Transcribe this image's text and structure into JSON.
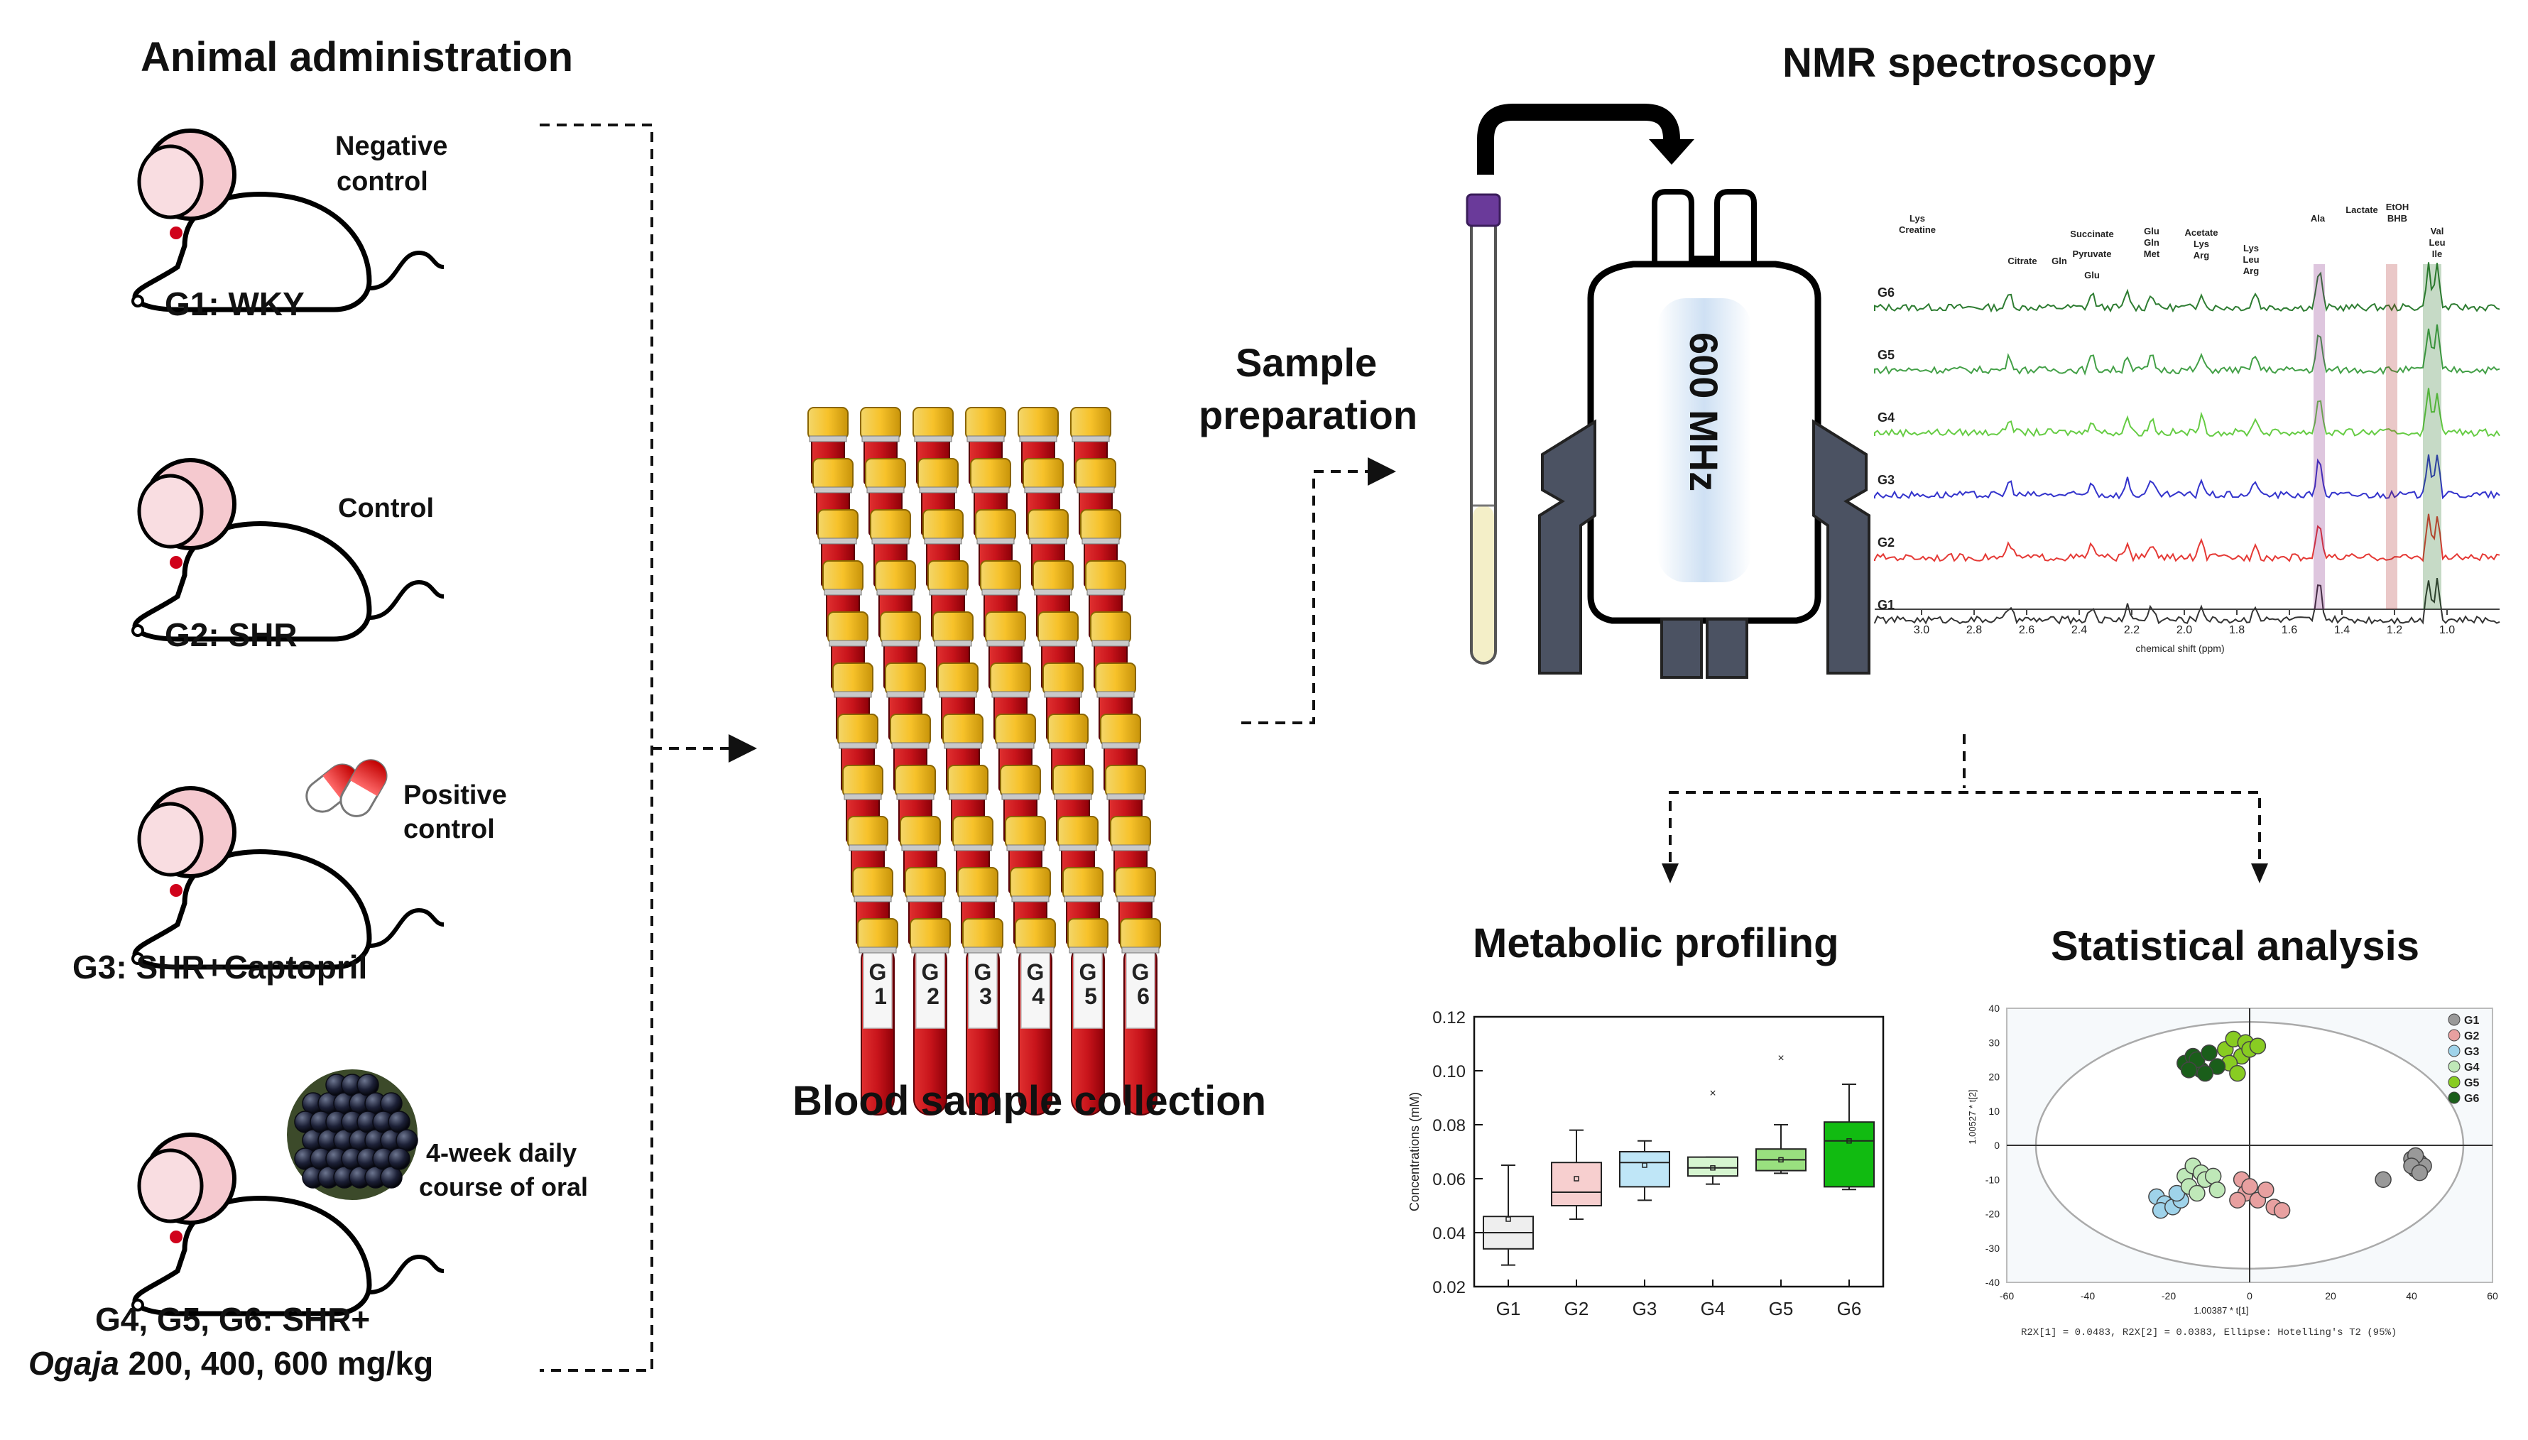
{
  "titles": {
    "animal": "Animal administration",
    "nmr": "NMR spectroscopy",
    "sample_prep_line1": "Sample",
    "sample_prep_line2": "preparation",
    "blood": "Blood sample collection",
    "metabolic": "Metabolic profiling",
    "statistical": "Statistical analysis",
    "magnet": "600 MHz"
  },
  "groups": [
    {
      "id": "G1",
      "label": "G1: WKY",
      "note1": "Negative",
      "note2": "control"
    },
    {
      "id": "G2",
      "label": "G2: SHR",
      "note1": "Control",
      "note2": ""
    },
    {
      "id": "G3",
      "label": "G3: SHR+Captopril",
      "note1": "Positive",
      "note2": "control"
    },
    {
      "id": "G4",
      "label_line1": "G4, G5, G6: SHR+",
      "label_italic": "Ogaja",
      "label_line2": " 200, 400, 600 mg/kg",
      "note1": "4-week daily",
      "note2": "course of oral"
    }
  ],
  "tube_labels": [
    {
      "g": "G",
      "n": "1"
    },
    {
      "g": "G",
      "n": "2"
    },
    {
      "g": "G",
      "n": "3"
    },
    {
      "g": "G",
      "n": "4"
    },
    {
      "g": "G",
      "n": "5"
    },
    {
      "g": "G",
      "n": "6"
    }
  ],
  "spectrum": {
    "rows": [
      "G6",
      "G5",
      "G4",
      "G3",
      "G2",
      "G1"
    ],
    "colors": [
      "#2e7d32",
      "#43a047",
      "#66cc44",
      "#3333cc",
      "#e53935",
      "#333333"
    ],
    "xticks": [
      "3.0",
      "2.8",
      "2.6",
      "2.4",
      "2.2",
      "2.0",
      "1.8",
      "1.6",
      "1.4",
      "1.2",
      "1.0"
    ],
    "xlabel": "chemical shift (ppm)",
    "peaks": [
      "Lys",
      "Creatine",
      "Citrate",
      "Gln",
      "Succinate",
      "Pyruvate",
      "Glu",
      "Glu",
      "Gln",
      "Met",
      "Acetate",
      "Lys",
      "Arg",
      "Lys",
      "Leu",
      "Arg",
      "Ala",
      "Lactate",
      "EtOH",
      "BHB",
      "Val",
      "Leu",
      "Ile"
    ]
  },
  "chart_data": [
    {
      "type": "box",
      "categories": [
        "G1",
        "G2",
        "G3",
        "G4",
        "G5",
        "G6"
      ],
      "ylabel": "Concentrations (mM)",
      "ylim": [
        0.02,
        0.12
      ],
      "yticks": [
        "0.02",
        "0.04",
        "0.06",
        "0.08",
        "0.10",
        "0.12"
      ],
      "boxes": [
        {
          "min": 0.028,
          "q1": 0.034,
          "median": 0.04,
          "q3": 0.046,
          "max": 0.065,
          "mean": 0.045
        },
        {
          "min": 0.045,
          "q1": 0.05,
          "median": 0.055,
          "q3": 0.066,
          "max": 0.078,
          "mean": 0.06
        },
        {
          "min": 0.052,
          "q1": 0.057,
          "median": 0.066,
          "q3": 0.07,
          "max": 0.074,
          "mean": 0.065
        },
        {
          "min": 0.058,
          "q1": 0.061,
          "median": 0.064,
          "q3": 0.068,
          "max": 0.068,
          "mean": 0.064,
          "outlier": 0.092
        },
        {
          "min": 0.062,
          "q1": 0.063,
          "median": 0.067,
          "q3": 0.071,
          "max": 0.08,
          "mean": 0.067,
          "outlier": 0.105
        },
        {
          "min": 0.056,
          "q1": 0.057,
          "median": 0.074,
          "q3": 0.081,
          "max": 0.095,
          "mean": 0.074
        }
      ],
      "colors": [
        "#eeeeee",
        "#f7cfcf",
        "#bfe6f7",
        "#d6f5d0",
        "#99e07f",
        "#11bb11"
      ]
    },
    {
      "type": "scatter",
      "legend": [
        "G1",
        "G2",
        "G3",
        "G4",
        "G5",
        "G6"
      ],
      "colors": [
        "#999999",
        "#e8a0a0",
        "#9fd3ea",
        "#bfe8b8",
        "#88cc22",
        "#1a5e1a"
      ],
      "xticks": [
        "-60",
        "-40",
        "-20",
        "0",
        "20",
        "40",
        "60"
      ],
      "yticks": [
        "40",
        "30",
        "20",
        "10",
        "0",
        "-10",
        "-20",
        "-30",
        "-40"
      ],
      "xlim": [
        -60,
        60
      ],
      "ylim": [
        -40,
        40
      ],
      "xlabel": "1.00387 * t[1]",
      "ylabel": "1.00527 * t[2]",
      "footer": "R2X[1] = 0.0483, R2X[2] = 0.0383, Ellipse: Hotelling's T2 (95%)",
      "series": [
        {
          "name": "G1",
          "points": [
            [
              33,
              -10
            ],
            [
              40,
              -4
            ],
            [
              41,
              -7
            ],
            [
              42,
              -5
            ],
            [
              43,
              -6
            ],
            [
              41,
              -3
            ],
            [
              40,
              -6
            ],
            [
              42,
              -8
            ]
          ]
        },
        {
          "name": "G2",
          "points": [
            [
              -2,
              -10
            ],
            [
              -1,
              -14
            ],
            [
              0,
              -12
            ],
            [
              2,
              -16
            ],
            [
              4,
              -13
            ],
            [
              6,
              -18
            ],
            [
              8,
              -19
            ],
            [
              -3,
              -16
            ]
          ]
        },
        {
          "name": "G3",
          "points": [
            [
              -23,
              -15
            ],
            [
              -21,
              -17
            ],
            [
              -22,
              -19
            ],
            [
              -19,
              -18
            ],
            [
              -17,
              -16
            ],
            [
              -18,
              -14
            ]
          ]
        },
        {
          "name": "G4",
          "points": [
            [
              -16,
              -9
            ],
            [
              -14,
              -6
            ],
            [
              -12,
              -8
            ],
            [
              -11,
              -10
            ],
            [
              -15,
              -12
            ],
            [
              -13,
              -14
            ],
            [
              -9,
              -9
            ],
            [
              -8,
              -13
            ]
          ]
        },
        {
          "name": "G5",
          "points": [
            [
              -6,
              28
            ],
            [
              -4,
              31
            ],
            [
              -2,
              26
            ],
            [
              -1,
              30
            ],
            [
              0,
              28
            ],
            [
              2,
              29
            ],
            [
              -5,
              24
            ],
            [
              -3,
              21
            ]
          ]
        },
        {
          "name": "G6",
          "points": [
            [
              -16,
              24
            ],
            [
              -14,
              26
            ],
            [
              -12,
              22
            ],
            [
              -13,
              25
            ],
            [
              -10,
              27
            ],
            [
              -8,
              23
            ],
            [
              -11,
              21
            ],
            [
              -15,
              22
            ]
          ]
        }
      ]
    }
  ]
}
